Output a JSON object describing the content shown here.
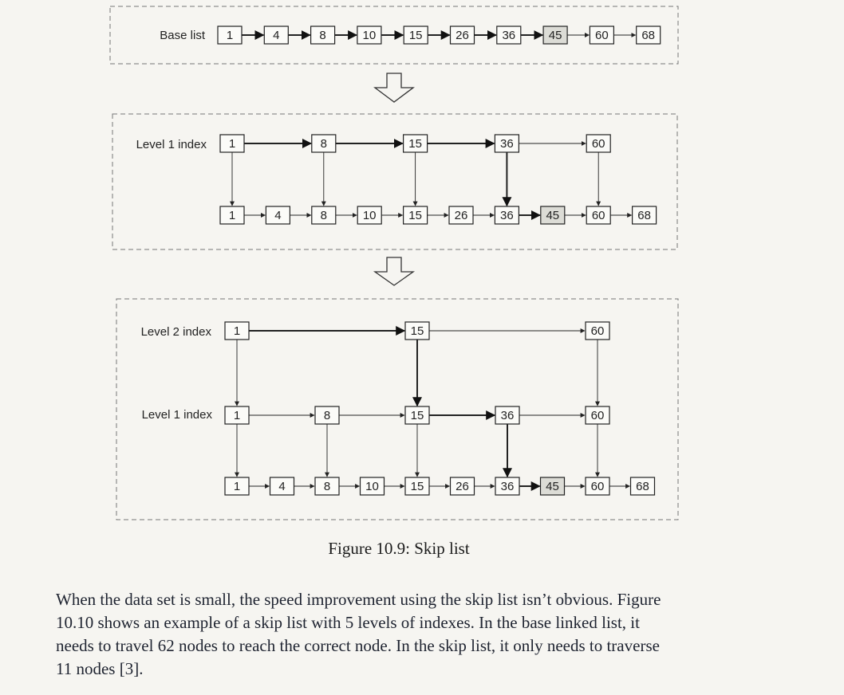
{
  "figure": {
    "base_section": {
      "label": "Base list",
      "nodes": [
        "1",
        "4",
        "8",
        "10",
        "15",
        "26",
        "36",
        "45",
        "60",
        "68"
      ]
    },
    "level1_section": {
      "index_label": "Level 1 index",
      "index_nodes": [
        "1",
        "8",
        "15",
        "36",
        "60"
      ],
      "base_nodes": [
        "1",
        "4",
        "8",
        "10",
        "15",
        "26",
        "36",
        "45",
        "60",
        "68"
      ]
    },
    "level2_section": {
      "level2_label": "Level 2 index",
      "level2_nodes": [
        "1",
        "15",
        "60"
      ],
      "level1_label": "Level 1 index",
      "level1_nodes": [
        "1",
        "8",
        "15",
        "36",
        "60"
      ],
      "base_nodes": [
        "1",
        "4",
        "8",
        "10",
        "15",
        "26",
        "36",
        "45",
        "60",
        "68"
      ]
    },
    "highlight_value": "45",
    "colors": {
      "highlight_fill": "#dcdcd6",
      "line": "#222222",
      "dash": "#777777"
    }
  },
  "caption": "Figure 10.9: Skip list",
  "paragraph": [
    "When the data set is small, the speed improvement using the skip list isn’t obvious. Figure",
    "10.10 shows an example of a skip list with 5 levels of indexes. In the base linked list, it",
    "needs to travel 62 nodes to reach the correct node. In the skip list, it only needs to traverse",
    "11 nodes [3]."
  ]
}
